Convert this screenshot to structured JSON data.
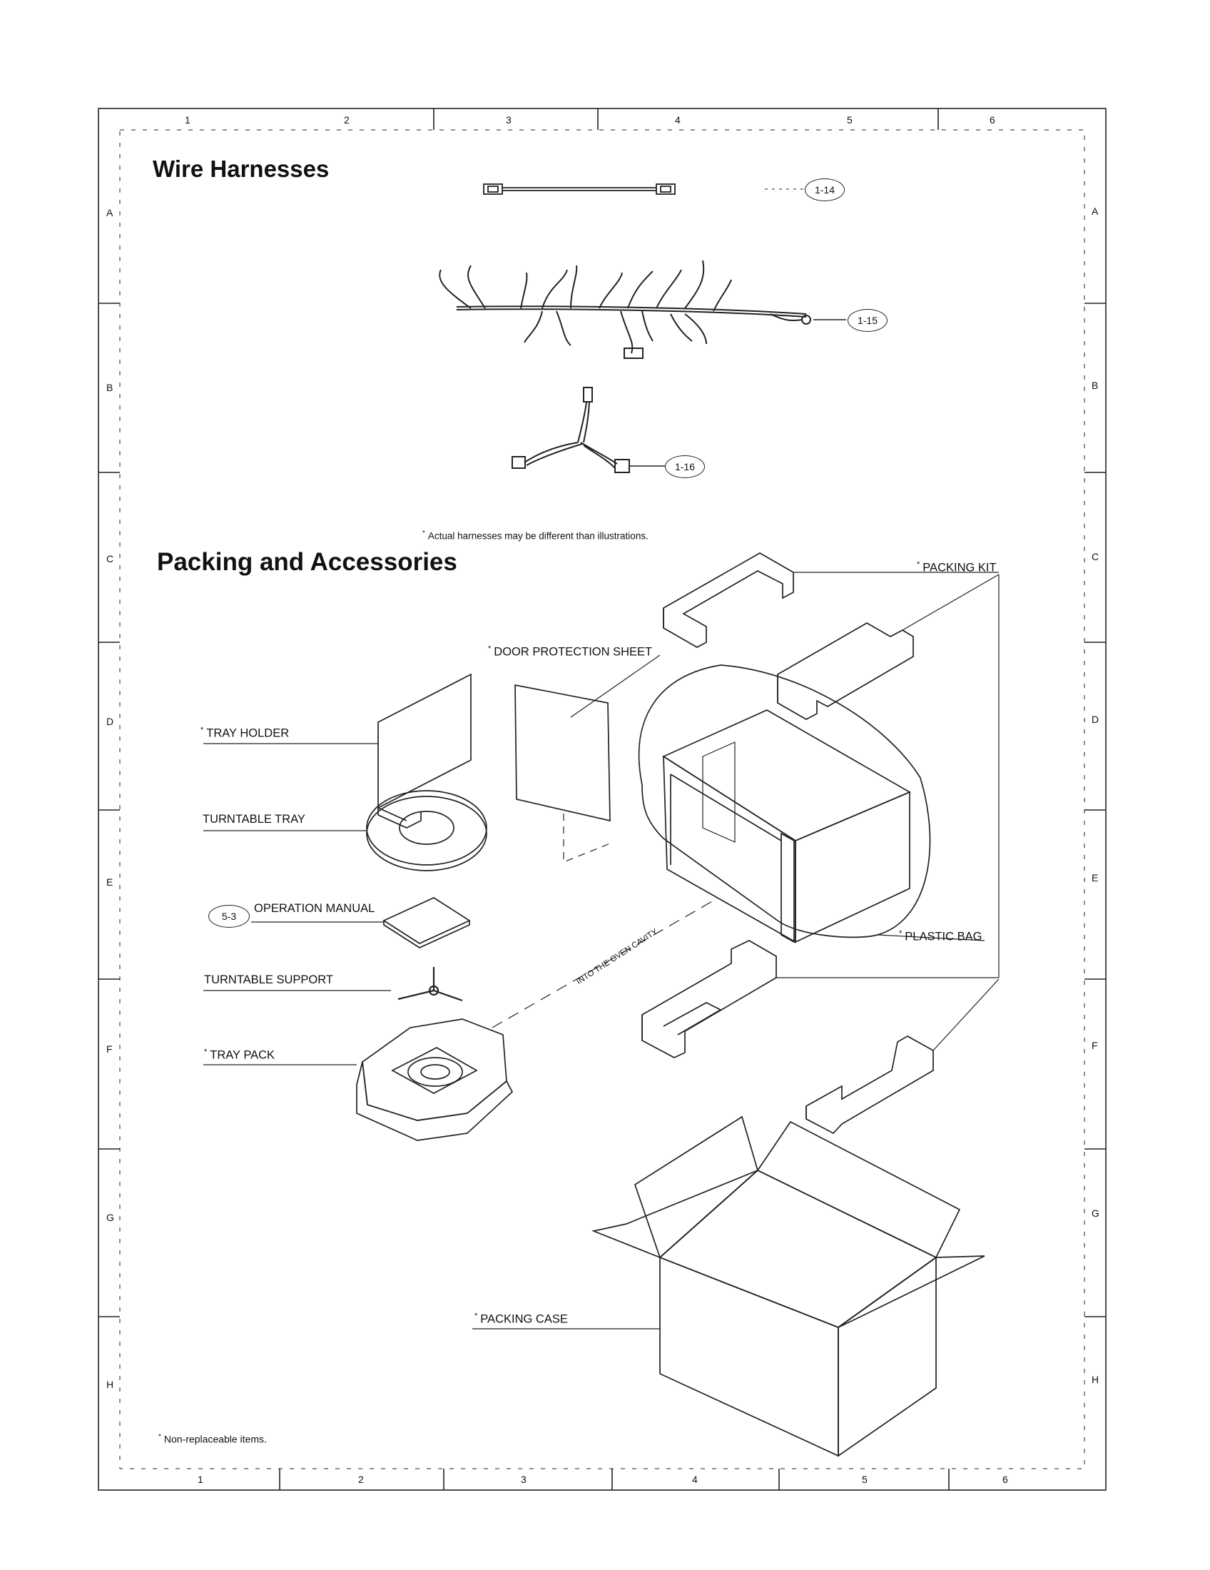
{
  "grid": {
    "columns": [
      "1",
      "2",
      "3",
      "4",
      "5",
      "6"
    ],
    "rows": [
      "A",
      "B",
      "C",
      "D",
      "E",
      "F",
      "G",
      "H"
    ]
  },
  "wire_harnesses": {
    "title": "Wire Harnesses",
    "callouts": [
      "1-14",
      "1-15",
      "1-16"
    ],
    "note": "Actual harnesses may be different than illustrations."
  },
  "packing": {
    "title": "Packing and Accessories",
    "labels": {
      "packing_kit": "PACKING KIT",
      "door_protection_sheet": "DOOR PROTECTION SHEET",
      "tray_holder": "TRAY HOLDER",
      "turntable_tray": "TURNTABLE TRAY",
      "operation_manual": "OPERATION MANUAL",
      "turntable_support": "TURNTABLE SUPPORT",
      "tray_pack": "TRAY PACK",
      "plastic_bag": "PLASTIC BAG",
      "packing_case": "PACKING CASE",
      "into_oven": "INTO THE OVEN CAVITY"
    },
    "manual_callout": "5-3",
    "footnote": "Non-replaceable items.",
    "star": "*"
  }
}
